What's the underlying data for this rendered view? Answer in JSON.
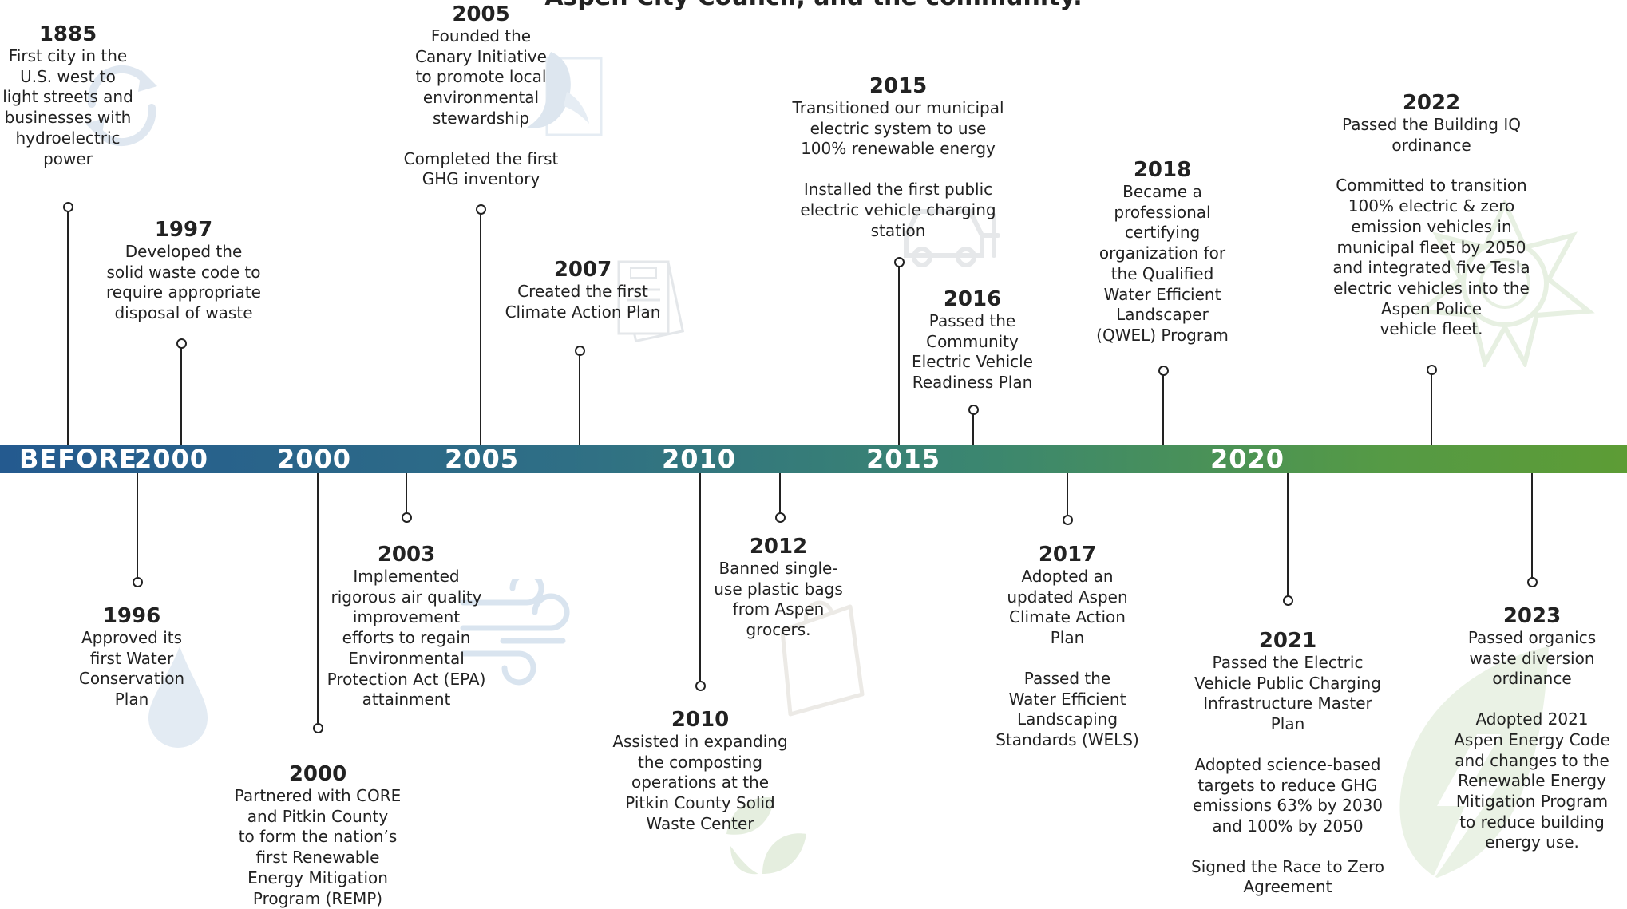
{
  "header": {
    "partial_heading": "Aspen City Council, and the community."
  },
  "axis": {
    "labels": [
      "BEFORE",
      "2000",
      "2000",
      "2005",
      "2010",
      "2015",
      "2020"
    ],
    "gradient_start": "#245a8f",
    "gradient_end": "#5d9c35"
  },
  "events": [
    {
      "year": "1885",
      "text": [
        "First city in the\nU.S. west to\nlight streets and\nbusinesses with\nhydroelectric\npower"
      ]
    },
    {
      "year": "1997",
      "text": [
        "Developed the\nsolid waste code to\nrequire appropriate\ndisposal of waste"
      ]
    },
    {
      "year": "2005",
      "text": [
        "Founded the\nCanary Initiative\nto promote local\nenvironmental\nstewardship",
        "Completed the first\nGHG inventory"
      ]
    },
    {
      "year": "2007",
      "text": [
        "Created the first\nClimate Action Plan"
      ]
    },
    {
      "year": "2015",
      "text": [
        "Transitioned our municipal\nelectric system to use\n100% renewable energy",
        "Installed the first public\nelectric vehicle charging\nstation"
      ]
    },
    {
      "year": "2016",
      "text": [
        "Passed the\nCommunity\nElectric Vehicle\nReadiness Plan"
      ]
    },
    {
      "year": "2018",
      "text": [
        "Became a\nprofessional\ncertifying\norganization for\nthe Qualified\nWater Efficient\nLandscaper\n(QWEL) Program"
      ]
    },
    {
      "year": "2022",
      "text": [
        "Passed the Building IQ\nordinance",
        "Committed to transition\n100% electric & zero\nemission vehicles in\nmunicipal fleet by 2050\nand integrated five Tesla\nelectric vehicles into the\nAspen Police\nvehicle fleet."
      ]
    },
    {
      "year": "1996",
      "text": [
        "Approved its\nfirst Water\nConservation\nPlan"
      ]
    },
    {
      "year": "2000",
      "text": [
        "Partnered with CORE\nand Pitkin County\nto form the nation’s\nfirst Renewable\nEnergy Mitigation\nProgram (REMP)"
      ]
    },
    {
      "year": "2003",
      "text": [
        "Implemented\nrigorous air quality\nimprovement\nefforts to regain\nEnvironmental\nProtection Act (EPA)\nattainment"
      ]
    },
    {
      "year": "2010",
      "text": [
        "Assisted in expanding\nthe composting\noperations at the\nPitkin County Solid\nWaste Center"
      ]
    },
    {
      "year": "2012",
      "text": [
        "Banned single-\nuse plastic bags\nfrom Aspen\ngrocers."
      ]
    },
    {
      "year": "2017",
      "text": [
        "Adopted an\nupdated Aspen\nClimate Action\nPlan",
        "Passed the\nWater Efficient\nLandscaping\nStandards (WELS)"
      ]
    },
    {
      "year": "2021",
      "text": [
        "Passed the Electric\nVehicle Public Charging\nInfrastructure Master\nPlan",
        "Adopted science-based\ntargets to reduce GHG\nemissions 63% by 2030\nand 100% by 2050",
        "Signed the Race to Zero\nAgreement"
      ]
    },
    {
      "year": "2023",
      "text": [
        "Passed organics\nwaste diversion\nordinance",
        "Adopted 2021\nAspen Energy Code\nand changes to the\nRenewable Energy\nMitigation Program\nto reduce building\nenergy use."
      ]
    }
  ],
  "decorations": [
    "recycle-arrows-icon",
    "canary-bird-icon",
    "plan-document-icon",
    "electric-car-icon",
    "police-badge-icon",
    "water-drop-icon",
    "wind-icon",
    "plastic-bag-icon",
    "compost-leaves-icon",
    "leaf-bolt-icon"
  ]
}
